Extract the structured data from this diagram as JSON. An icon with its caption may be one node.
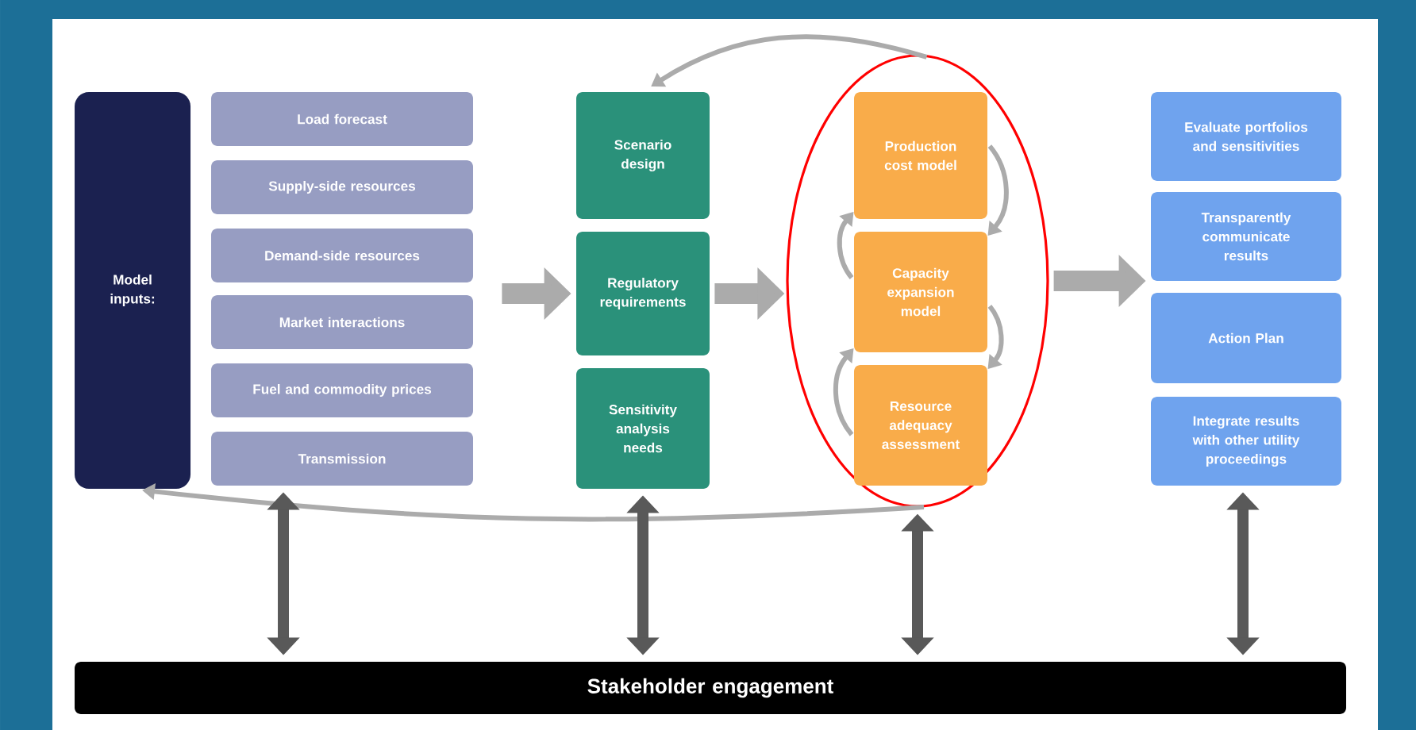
{
  "diagram": {
    "nodes": [
      {
        "text": [
          "Model inputs:"
        ]
      },
      {
        "text": [
          "Load forecast"
        ]
      },
      {
        "text": [
          "Supply-side resources"
        ]
      },
      {
        "text": [
          "Demand-side resources"
        ]
      },
      {
        "text": [
          "Market interactions"
        ]
      },
      {
        "text": [
          "Fuel and commodity prices"
        ]
      },
      {
        "text": [
          "Transmission"
        ]
      },
      {
        "text": [
          "Scenario design"
        ]
      },
      {
        "text": [
          "Regulatory requirements"
        ]
      },
      {
        "text": [
          "Sensitivity analysis needs"
        ]
      },
      {
        "text": [],
        "shape": "ellipse"
      },
      {
        "text": [
          "Production cost model"
        ],
        "in": 10
      },
      {
        "text": [
          "Capacity expansion model"
        ],
        "in": 10
      },
      {
        "text": [
          "Resource adequacy assessment"
        ],
        "in": 10
      },
      {
        "text": [
          "Evaluate portfolios and sensitivities"
        ]
      },
      {
        "text": [
          "Transparently communicate results"
        ]
      },
      {
        "text": [
          "Action Plan"
        ]
      },
      {
        "text": [
          "Integrate results with other utility proceedings"
        ]
      },
      {
        "text": [
          "Stakeholder engagement"
        ]
      }
    ],
    "edges": [
      {
        "from": 3,
        "to": 8,
        "arrow": "to",
        "style": "thick"
      },
      {
        "from": 8,
        "to": 10,
        "arrow": "to",
        "style": "thick"
      },
      {
        "from": 10,
        "to": 15,
        "arrow": "to",
        "style": "thick"
      },
      {
        "from": 11,
        "to": 12,
        "arrow": "to"
      },
      {
        "from": 12,
        "to": 13,
        "arrow": "to"
      },
      {
        "from": 13,
        "to": 12,
        "arrow": "to"
      },
      {
        "from": 12,
        "to": 11,
        "arrow": "to"
      },
      {
        "from": 10,
        "to": 7,
        "arrow": "to"
      },
      {
        "from": 10,
        "to": 0,
        "arrow": "to"
      },
      {
        "from": 6,
        "to": 18,
        "arrow": "both",
        "color": "#595959"
      },
      {
        "from": 9,
        "to": 18,
        "arrow": "both",
        "color": "#595959"
      },
      {
        "from": 10,
        "to": 18,
        "arrow": "both",
        "color": "#595959"
      },
      {
        "from": 17,
        "to": 18,
        "arrow": "both",
        "color": "#595959"
      }
    ]
  }
}
